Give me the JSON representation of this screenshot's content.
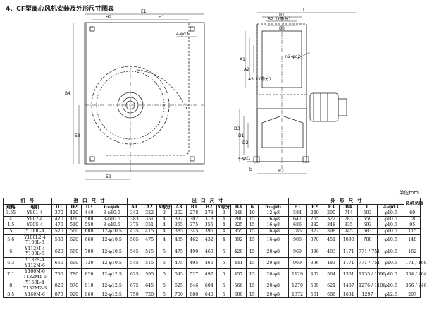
{
  "title": "4、CF型离心风机安装及外形尺寸图表",
  "unit": "单位mm",
  "drawing_labels": {
    "e1": "E1",
    "h2": "H2",
    "h1": "H1",
    "b4": "B4",
    "e3": "E3",
    "e2": "E2",
    "holes_d3": "4-φd3",
    "l": "L",
    "b1": "B1",
    "b2_y": "B2（Y等分）",
    "b3": "B3",
    "holes_d2": "n2-φd2",
    "holes_d1": "4-φd1",
    "a1": "A1",
    "a2": "A2",
    "a3_x": "A3（X等分）",
    "d1": "D1",
    "d2": "D2",
    "d3": "D3",
    "b": "b",
    "r2": "R2"
  },
  "table": {
    "group_headers": [
      "机　号",
      "进　口　尺　寸",
      "出　口　尺　寸",
      "外　形　尺　寸"
    ],
    "col_headers": [
      "规格",
      "电机",
      "D1",
      "D2",
      "D3",
      "n₁-φd₁",
      "A1",
      "A2",
      "X等分",
      "A3",
      "B1",
      "B2",
      "Y等分",
      "B3",
      "b",
      "n₂-φd₂",
      "E1",
      "E2",
      "E3",
      "B4",
      "L",
      "4-φd3",
      "风机总重"
    ],
    "rows": [
      {
        "spec": "3.55",
        "motors": [
          "Y801-4"
        ],
        "vals": [
          "370",
          "410",
          "440",
          "8-φ10.5",
          "342",
          "322",
          "3",
          "292",
          "278",
          "278",
          "3",
          "248",
          "10",
          "12-φ8",
          "584",
          "240",
          "290",
          "714",
          "503",
          "φ10.5",
          "60"
        ]
      },
      {
        "spec": "4",
        "motors": [
          "Y802-4"
        ],
        "vals": [
          "420",
          "460",
          "500",
          "8-φ10.5",
          "383",
          "351",
          "4",
          "332",
          "302",
          "318",
          "4",
          "280",
          "15",
          "16-φ8",
          "647",
          "265",
          "322",
          "783",
          "559",
          "φ10.5",
          "78"
        ]
      },
      {
        "spec": "4.5",
        "motors": [
          "Y90S-4"
        ],
        "vals": [
          "470",
          "510",
          "550",
          "8-φ10.5",
          "375",
          "351",
          "4",
          "355",
          "375",
          "355",
          "4",
          "325",
          "15",
          "16-φ8",
          "686",
          "282",
          "348",
          "835",
          "593",
          "φ10.5",
          "95"
        ]
      },
      {
        "spec": "5",
        "motors": [
          "Y100L-4"
        ],
        "vals": [
          "520",
          "560",
          "600",
          "12-φ10.5",
          "435",
          "415",
          "4",
          "385",
          "345",
          "395",
          "4",
          "355",
          "15",
          "16-φ8",
          "785",
          "327",
          "398",
          "945",
          "683",
          "φ10.5",
          "115"
        ]
      },
      {
        "spec": "5.6",
        "motors": [
          "Y100L2-4",
          "Y100L-6"
        ],
        "vals": [
          "580",
          "620",
          "660",
          "12-φ10.5",
          "505",
          "475",
          "4",
          "435",
          "462",
          "432",
          "4",
          "392",
          "15",
          "16-φ8",
          "906",
          "370",
          "451",
          "1098",
          "780",
          "φ10.5",
          "148"
        ]
      },
      {
        "spec": "6",
        "motors": [
          "Y112M-4",
          "Y100L-6"
        ],
        "vals": [
          "620",
          "660",
          "700",
          "12-φ10.5",
          "545",
          "515",
          "5",
          "475",
          "490",
          "460",
          "5",
          "420",
          "15",
          "20-φ8",
          "969",
          "396",
          "483",
          "1171",
          "771 / 751",
          "φ10.5",
          "162"
        ]
      },
      {
        "spec": "6.3",
        "motors": [
          "Y132S-4",
          "Y112M-6"
        ],
        "vals": [
          "650",
          "690",
          "730",
          "12-φ10.5",
          "545",
          "515",
          "5",
          "475",
          "495",
          "465",
          "5",
          "441",
          "15",
          "20-φ8",
          "969",
          "396",
          "483",
          "1171",
          "771 / 751",
          "φ10.5",
          "171 / 168"
        ]
      },
      {
        "spec": "7.1",
        "motors": [
          "Y160M-6",
          "T132M1-6"
        ],
        "vals": [
          "730",
          "780",
          "820",
          "12-φ12.5",
          "625",
          "595",
          "5",
          "545",
          "527",
          "497",
          "5",
          "457",
          "15",
          "20-φ8",
          "1129",
          "462",
          "564",
          "1361",
          "1135 / 1090",
          "φ10.5",
          "304 / 264"
        ]
      },
      {
        "spec": "8",
        "motors": [
          "Y160L-4",
          "Y132M2-6"
        ],
        "vals": [
          "820",
          "870",
          "910",
          "12-φ12.5",
          "675",
          "645",
          "5",
          "625",
          "646",
          "604",
          "5",
          "566",
          "15",
          "20-φ8",
          "1270",
          "509",
          "621",
          "1487",
          "1276 / 1186",
          "φ10.5",
          "356 / 246"
        ]
      },
      {
        "spec": "8.5",
        "motors": [
          "Y160M-6"
        ],
        "vals": [
          "870",
          "920",
          "960",
          "12-φ12.5",
          "750",
          "720",
          "5",
          "700",
          "680",
          "640",
          "5",
          "600",
          "15",
          "20-φ8",
          "1372",
          "561",
          "686",
          "1631",
          "1297",
          "φ12.5",
          "297"
        ]
      }
    ]
  }
}
